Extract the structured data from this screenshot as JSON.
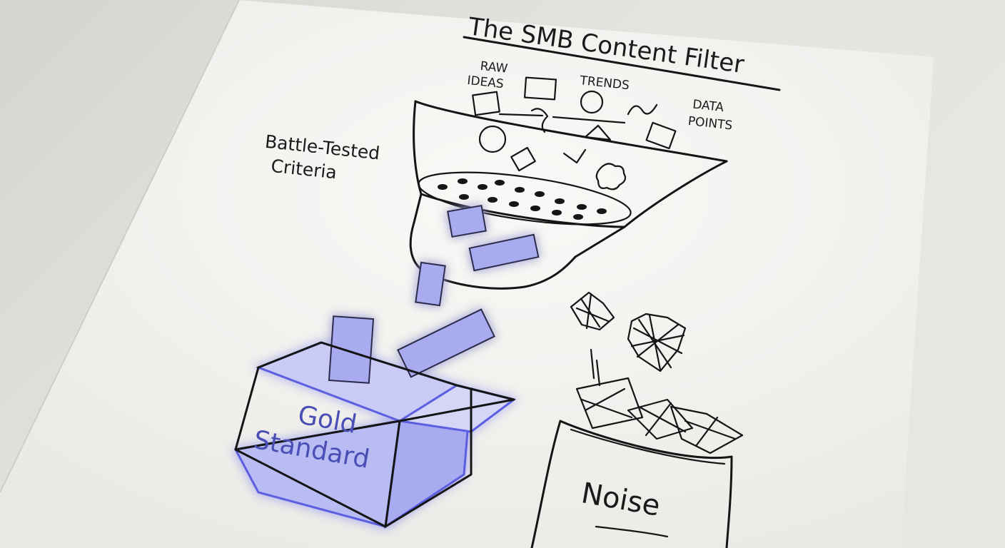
{
  "title": "The SMB Content Filter",
  "inputs": {
    "raw_ideas_line1": "RAW",
    "raw_ideas_line2": "IDEAS",
    "trends": "TRENDS",
    "data_points_line1": "DATA",
    "data_points_line2": "POINTS"
  },
  "filter": {
    "criteria_line1": "Battle-Tested",
    "criteria_line2": "Criteria"
  },
  "outputs": {
    "gold_line1": "Gold",
    "gold_line2": "Standard",
    "noise": "Noise"
  },
  "colors": {
    "ink": "#151515",
    "gold_glow": "#5b5fe0",
    "gold_fill": "#9fa3f0",
    "paper": "#f5f4f1"
  }
}
